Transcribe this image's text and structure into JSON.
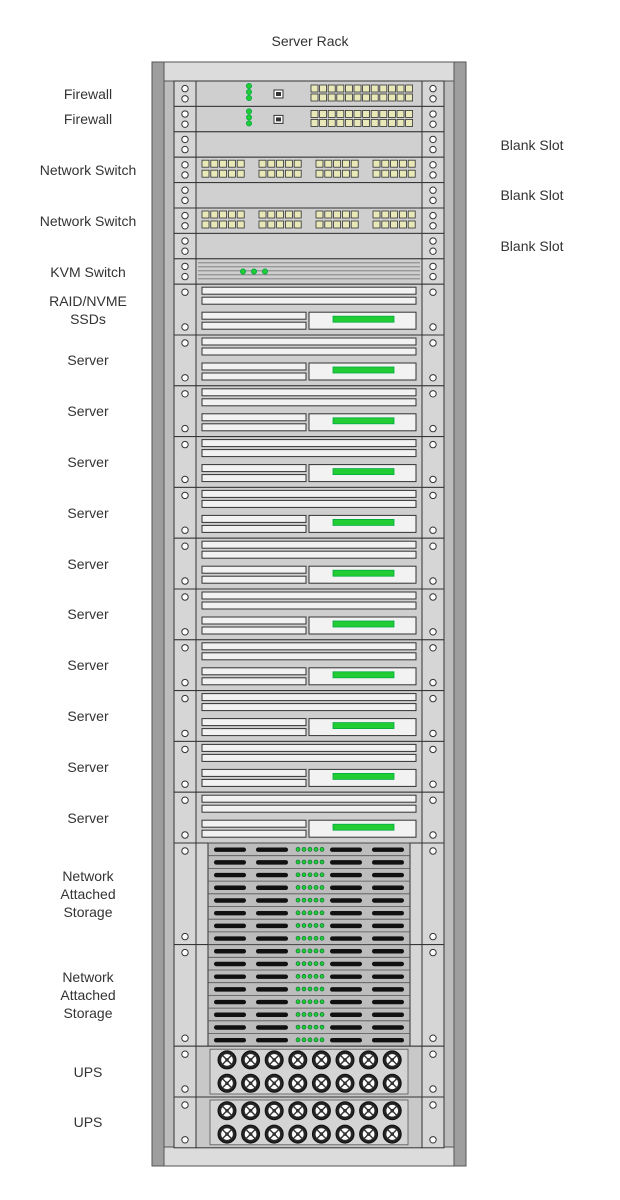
{
  "title": "Server Rack",
  "colors": {
    "frame": "#9e9e9e",
    "frame_dark": "#555555",
    "panel": "#cfcfcf",
    "led_green": "#22cc33",
    "slot_black": "#111111"
  },
  "units": [
    {
      "type": "firewall",
      "size": 1,
      "label": "Firewall",
      "side": "left"
    },
    {
      "type": "firewall",
      "size": 1,
      "label": "Firewall",
      "side": "left"
    },
    {
      "type": "blank",
      "size": 1,
      "label": "Blank Slot",
      "side": "right"
    },
    {
      "type": "switch",
      "size": 1,
      "label": "Network Switch",
      "side": "left"
    },
    {
      "type": "blank",
      "size": 1,
      "label": "Blank Slot",
      "side": "right"
    },
    {
      "type": "switch",
      "size": 1,
      "label": "Network Switch",
      "side": "left"
    },
    {
      "type": "blank",
      "size": 1,
      "label": "Blank Slot",
      "side": "right"
    },
    {
      "type": "kvm",
      "size": 1,
      "label": "KVM Switch",
      "side": "left"
    },
    {
      "type": "server",
      "size": 2,
      "label": "RAID/NVME\nSSDs",
      "side": "left"
    },
    {
      "type": "server",
      "size": 2,
      "label": "Server",
      "side": "left"
    },
    {
      "type": "server",
      "size": 2,
      "label": "Server",
      "side": "left"
    },
    {
      "type": "server",
      "size": 2,
      "label": "Server",
      "side": "left"
    },
    {
      "type": "server",
      "size": 2,
      "label": "Server",
      "side": "left"
    },
    {
      "type": "server",
      "size": 2,
      "label": "Server",
      "side": "left"
    },
    {
      "type": "server",
      "size": 2,
      "label": "Server",
      "side": "left"
    },
    {
      "type": "server",
      "size": 2,
      "label": "Server",
      "side": "left"
    },
    {
      "type": "server",
      "size": 2,
      "label": "Server",
      "side": "left"
    },
    {
      "type": "server",
      "size": 2,
      "label": "Server",
      "side": "left"
    },
    {
      "type": "server",
      "size": 2,
      "label": "Server",
      "side": "left"
    },
    {
      "type": "nas",
      "size": 4,
      "label": "Network\nAttached\nStorage",
      "side": "left"
    },
    {
      "type": "nas",
      "size": 4,
      "label": "Network\nAttached\nStorage",
      "side": "left"
    },
    {
      "type": "ups",
      "size": 2,
      "label": "UPS",
      "side": "left"
    },
    {
      "type": "ups",
      "size": 2,
      "label": "UPS",
      "side": "left"
    }
  ]
}
